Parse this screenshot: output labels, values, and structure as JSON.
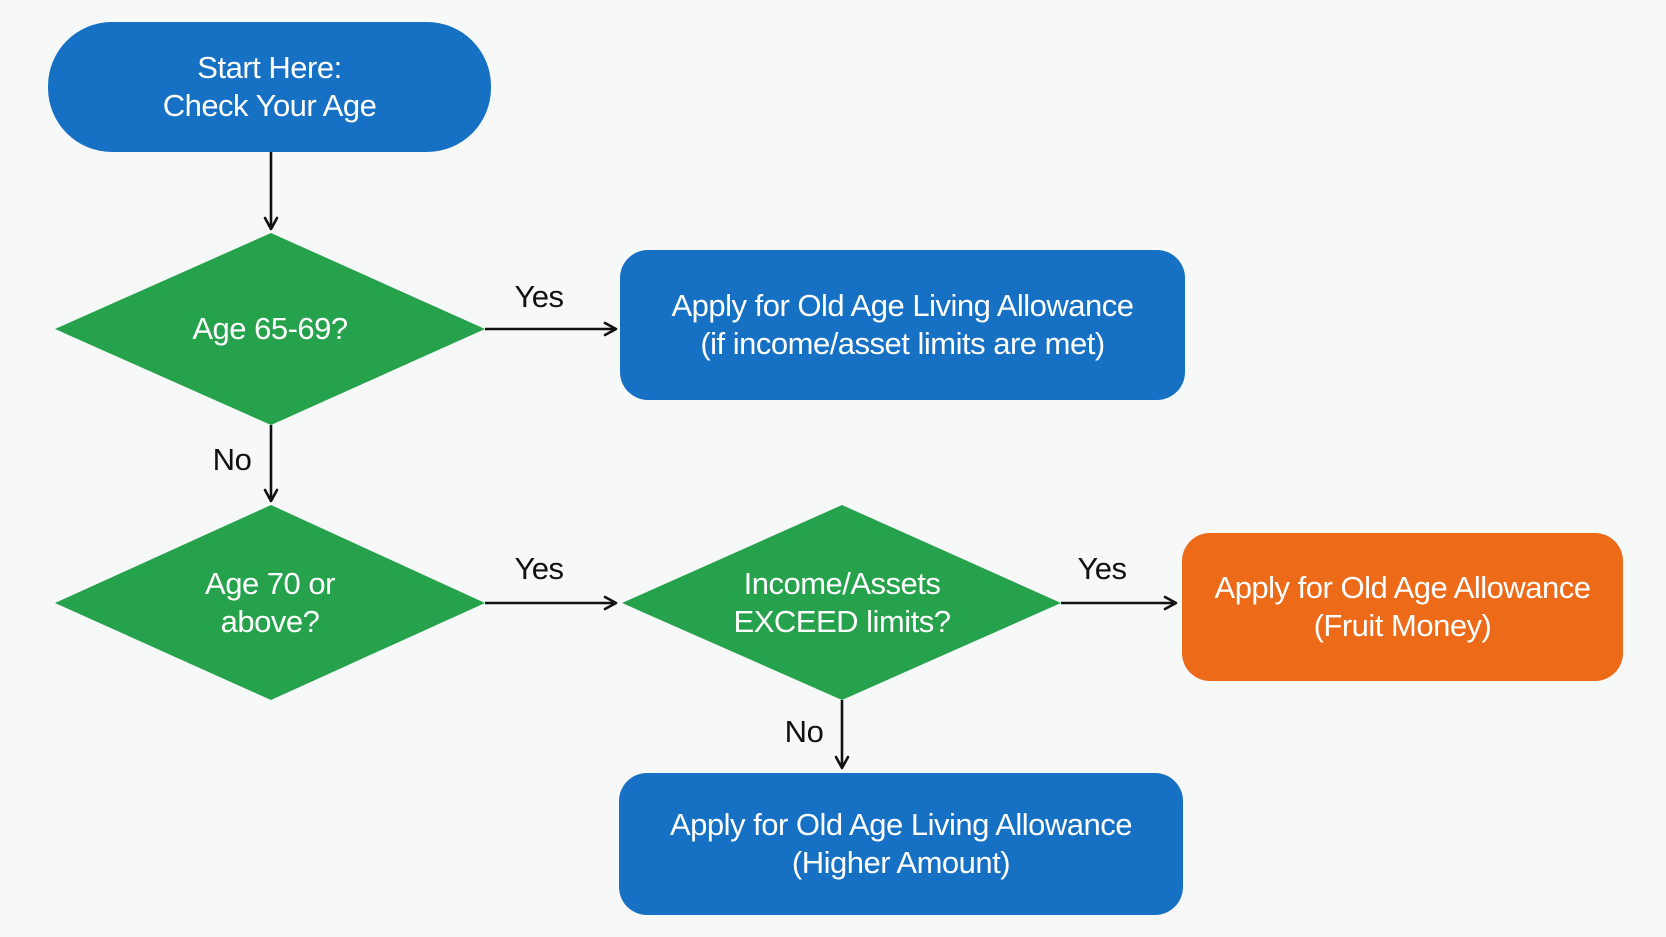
{
  "colors": {
    "blue": "#1670c4",
    "green": "#26a24c",
    "orange": "#ed6b18",
    "background": "#f7f8f8",
    "line": "#111111"
  },
  "nodes": {
    "start": {
      "line1": "Start Here:",
      "line2": "Check Your Age"
    },
    "age_65_69": {
      "line1": "Age 65-69?"
    },
    "living_allowance_limits": {
      "line1": "Apply for Old Age Living Allowance",
      "line2": "(if income/asset limits are met)"
    },
    "age_70_above": {
      "line1": "Age 70 or",
      "line2": "above?"
    },
    "income_assets_exceed": {
      "line1": "Income/Assets",
      "line2": "EXCEED limits?"
    },
    "old_age_allowance": {
      "line1": "Apply for Old Age Allowance",
      "line2": "(Fruit Money)"
    },
    "living_allowance_higher": {
      "line1": "Apply for Old Age Living Allowance",
      "line2": "(Higher Amount)"
    }
  },
  "edges": {
    "age65_yes": "Yes",
    "age65_no": "No",
    "age70_yes": "Yes",
    "exceed_yes": "Yes",
    "exceed_no": "No"
  }
}
